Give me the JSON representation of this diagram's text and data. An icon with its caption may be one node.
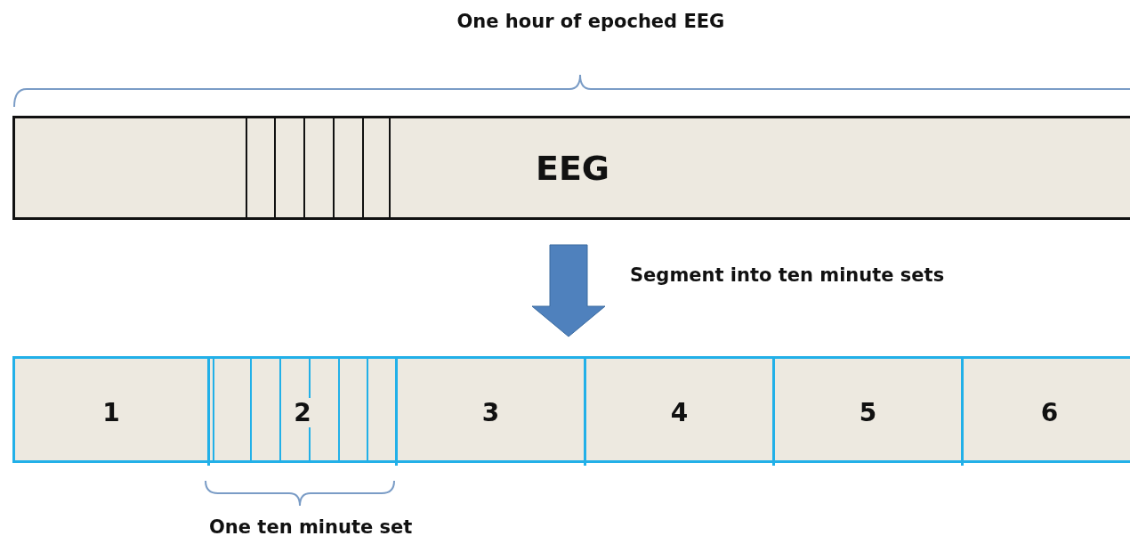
{
  "diagram": {
    "title": "One hour of epoched EEG",
    "nodes": [
      {
        "text": [
          "EEG"
        ]
      },
      {
        "text": [],
        "shape": "box"
      },
      {
        "text": [
          "1"
        ],
        "in": 1
      },
      {
        "text": [
          "2"
        ],
        "in": 1
      },
      {
        "text": [
          "3"
        ],
        "in": 1
      },
      {
        "text": [
          "4"
        ],
        "in": 1
      },
      {
        "text": [
          "5"
        ],
        "in": 1
      },
      {
        "text": [
          "6"
        ],
        "in": 1
      }
    ],
    "edges": [
      {
        "from": 0,
        "to": 1,
        "arrow": "to",
        "label": "Segment into ten minute sets",
        "style": "thick",
        "color": "#4f81bd"
      }
    ],
    "labels": [
      "One ten minute set"
    ]
  }
}
